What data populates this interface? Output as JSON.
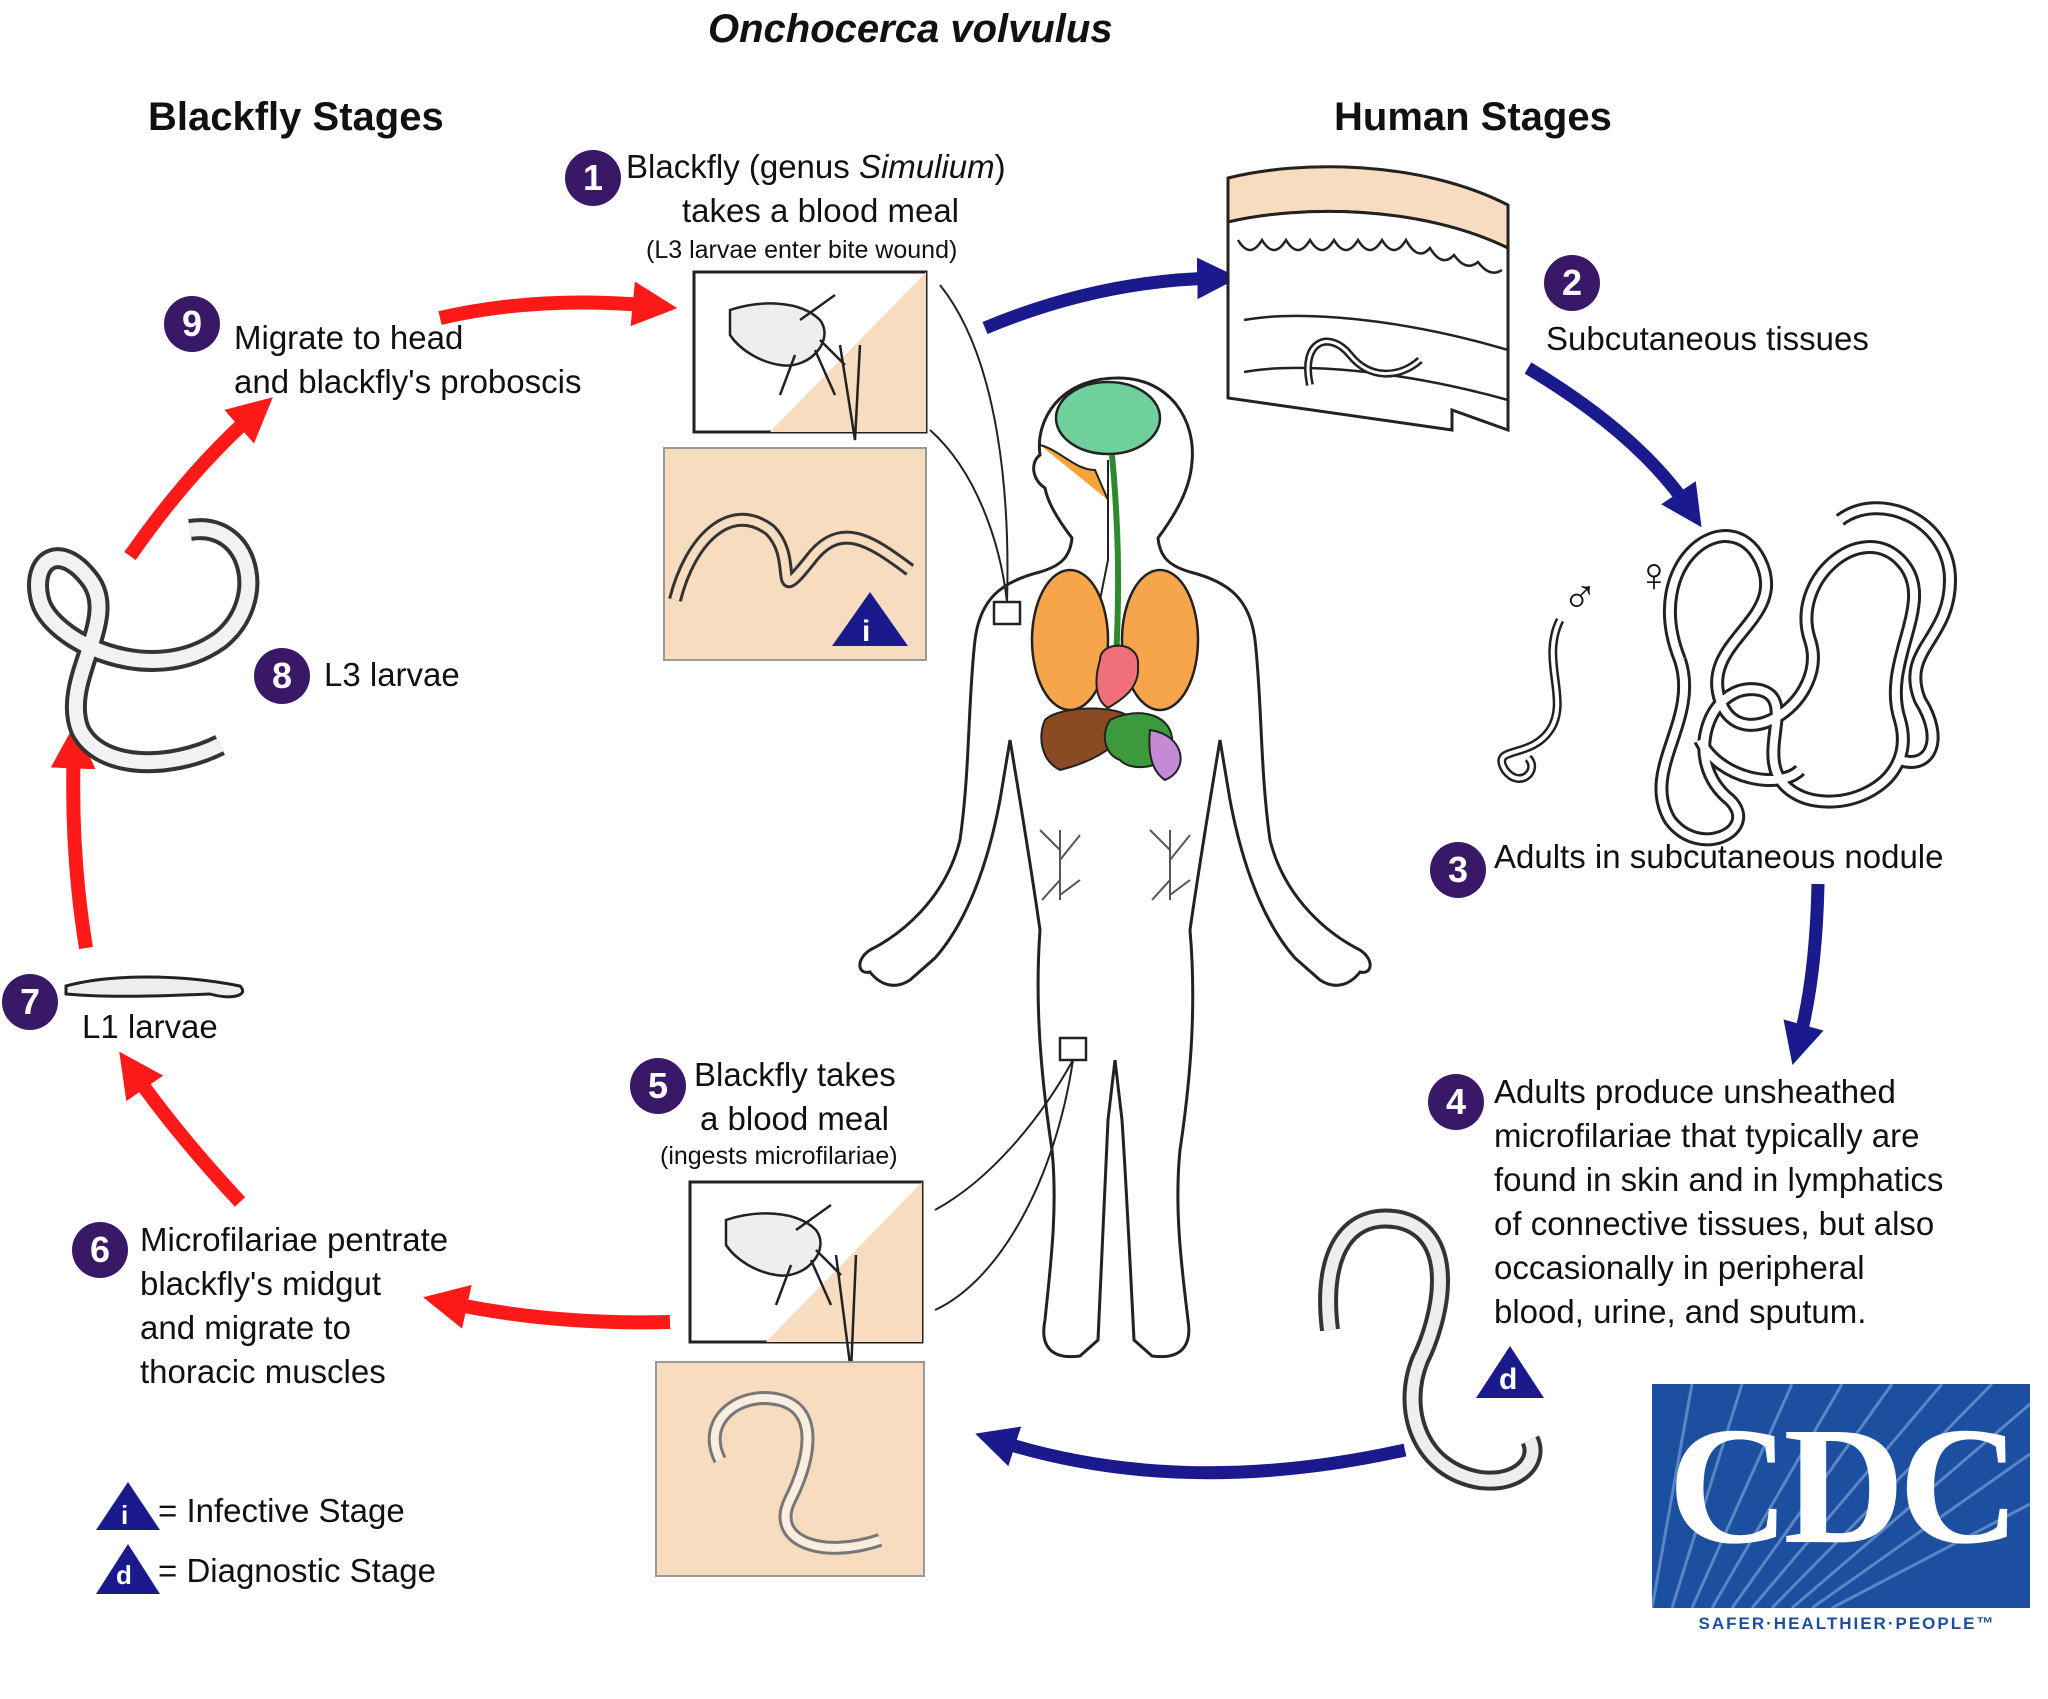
{
  "title": "Onchocerca volvulus",
  "sections": {
    "blackfly": "Blackfly Stages",
    "human": "Human Stages"
  },
  "stages": [
    {
      "num": "1",
      "line1_pre": "Blackfly (genus ",
      "line1_italic": "Simulium",
      "line1_post": ")",
      "line2": "takes a blood meal",
      "note": "(L3 larvae enter bite wound)"
    },
    {
      "num": "2",
      "label": "Subcutaneous tissues"
    },
    {
      "num": "3",
      "label": "Adults in subcutaneous nodule"
    },
    {
      "num": "4",
      "lines": [
        "Adults produce unsheathed",
        "microfilariae that typically are",
        "found in skin and in lymphatics",
        "of connective tissues,  but also",
        "occasionally in peripheral",
        "blood, urine, and sputum."
      ]
    },
    {
      "num": "5",
      "line1": "Blackfly takes",
      "line2": "a blood meal",
      "note": "(ingests microfilariae)"
    },
    {
      "num": "6",
      "lines": [
        "Microfilariae pentrate",
        "blackfly's midgut",
        "and migrate to",
        "thoracic muscles"
      ]
    },
    {
      "num": "7",
      "label": "L1 larvae"
    },
    {
      "num": "8",
      "label": "L3 larvae"
    },
    {
      "num": "9",
      "lines": [
        "Migrate to head",
        "and blackfly's proboscis"
      ]
    }
  ],
  "sex_symbols": {
    "male": "♂",
    "female": "♀"
  },
  "legend": {
    "infective_letter": "i",
    "infective": "= Infective Stage",
    "diagnostic_letter": "d",
    "diagnostic": "= Diagnostic Stage"
  },
  "logo": {
    "word": "CDC",
    "tagline": "SAFER·HEALTHIER·PEOPLE™"
  },
  "colors": {
    "human_arrow": "#1a1a8c",
    "blackfly_arrow": "#ff1a1a",
    "badge": "#3a1868",
    "panel": "#f8dcc0",
    "logo": "#1d4fa0"
  }
}
